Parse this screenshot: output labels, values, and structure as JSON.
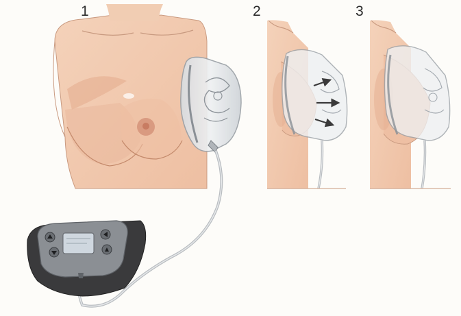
{
  "steps": [
    {
      "label": "1"
    },
    {
      "label": "2"
    },
    {
      "label": "3"
    }
  ],
  "colors": {
    "background": "#fdfcf9",
    "skin": "#f0c9ae",
    "skin_shadow": "#dea98c",
    "areola": "#d99a80",
    "cup_fill": "#e6e8ea",
    "cup_stroke": "#9aa0a6",
    "tube": "#b9bdc1",
    "device_body": "#3a3a3c",
    "device_panel": "#8b8f94",
    "screen": "#cfd7df",
    "arrow": "#3a3a3a"
  },
  "icons": [
    "up-arrow-button-icon",
    "down-arrow-button-icon",
    "left-arrow-button-icon",
    "right-arrow-button-icon"
  ]
}
